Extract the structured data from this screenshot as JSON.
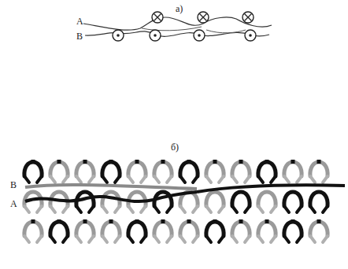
{
  "diagram": {
    "labels": [
      "а)",
      "А",
      "В",
      "б)",
      "В",
      "А"
    ]
  }
}
